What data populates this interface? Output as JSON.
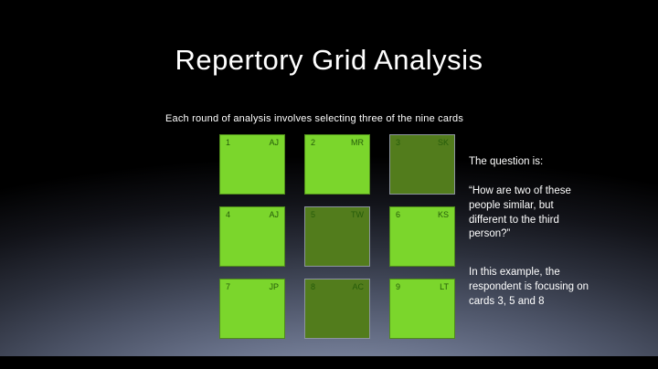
{
  "slide": {
    "title": "Repertory Grid Analysis",
    "subtitle": "Each round of analysis involves selecting three of the nine cards"
  },
  "cards": [
    {
      "number": "1",
      "initials": "AJ",
      "selected": false
    },
    {
      "number": "2",
      "initials": "MR",
      "selected": false
    },
    {
      "number": "3",
      "initials": "SK",
      "selected": true
    },
    {
      "number": "4",
      "initials": "AJ",
      "selected": false
    },
    {
      "number": "5",
      "initials": "TW",
      "selected": true
    },
    {
      "number": "6",
      "initials": "KS",
      "selected": false
    },
    {
      "number": "7",
      "initials": "JP",
      "selected": false
    },
    {
      "number": "8",
      "initials": "AC",
      "selected": true
    },
    {
      "number": "9",
      "initials": "LT",
      "selected": false
    }
  ],
  "side_panel": {
    "question_label": "The question is:",
    "question_quote": "“How are two of these people similar, but different to the third person?”",
    "example_text": "In this example, the respondent is focusing on cards 3, 5 and 8"
  },
  "colors": {
    "card_green": "#7bd62c",
    "card_selected_green": "#527c1c",
    "card_text": "#265c0a",
    "slide_text": "#ffffff"
  }
}
